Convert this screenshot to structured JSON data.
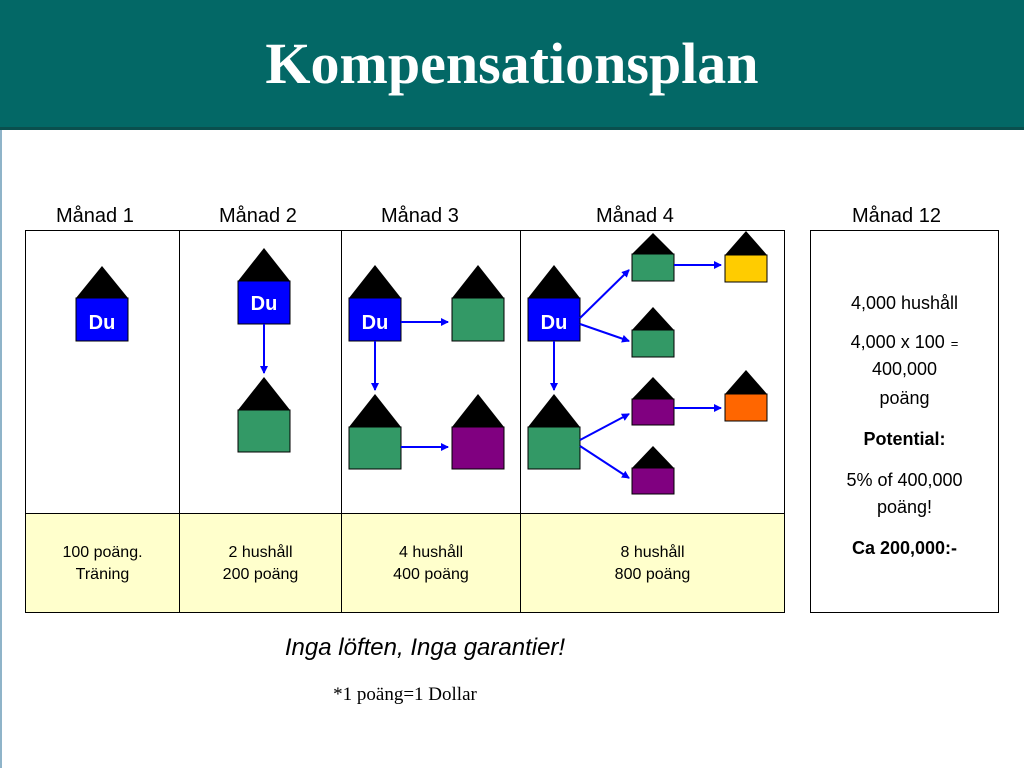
{
  "slide": {
    "title": "Kompensationsplan"
  },
  "months": [
    "Månad 1",
    "Månad 2",
    "Månad 3",
    "Månad 4",
    "Månad 12"
  ],
  "du_label": "Du",
  "strips": [
    {
      "line1": "100 poäng.",
      "line2": "Träning"
    },
    {
      "line1": "2 hushåll",
      "line2": "200 poäng"
    },
    {
      "line1": "4 hushåll",
      "line2": "400 poäng"
    },
    {
      "line1": "8 hushåll",
      "line2": "800 poäng"
    }
  ],
  "month12": {
    "households": "4,000 hushåll",
    "calc": "4,000 x 100",
    "equals": "=",
    "points_value": "400,000",
    "points_unit": "poäng",
    "potential_label": "Potential:",
    "percent_line": "5% of 400,000",
    "percent_unit": "poäng!",
    "result": "Ca 200,000:-"
  },
  "disclaimer": "Inga löften, Inga garantier!",
  "footnote": "*1 poäng=1 Dollar",
  "colors": {
    "header_bg": "#036866",
    "du_blue": "#0000ff",
    "green": "#339966",
    "purple": "#800080",
    "yellow": "#ffcc00",
    "orange": "#ff6600",
    "roof": "#000000",
    "arrow": "#0000ff",
    "strip_bg": "#ffffcc"
  }
}
